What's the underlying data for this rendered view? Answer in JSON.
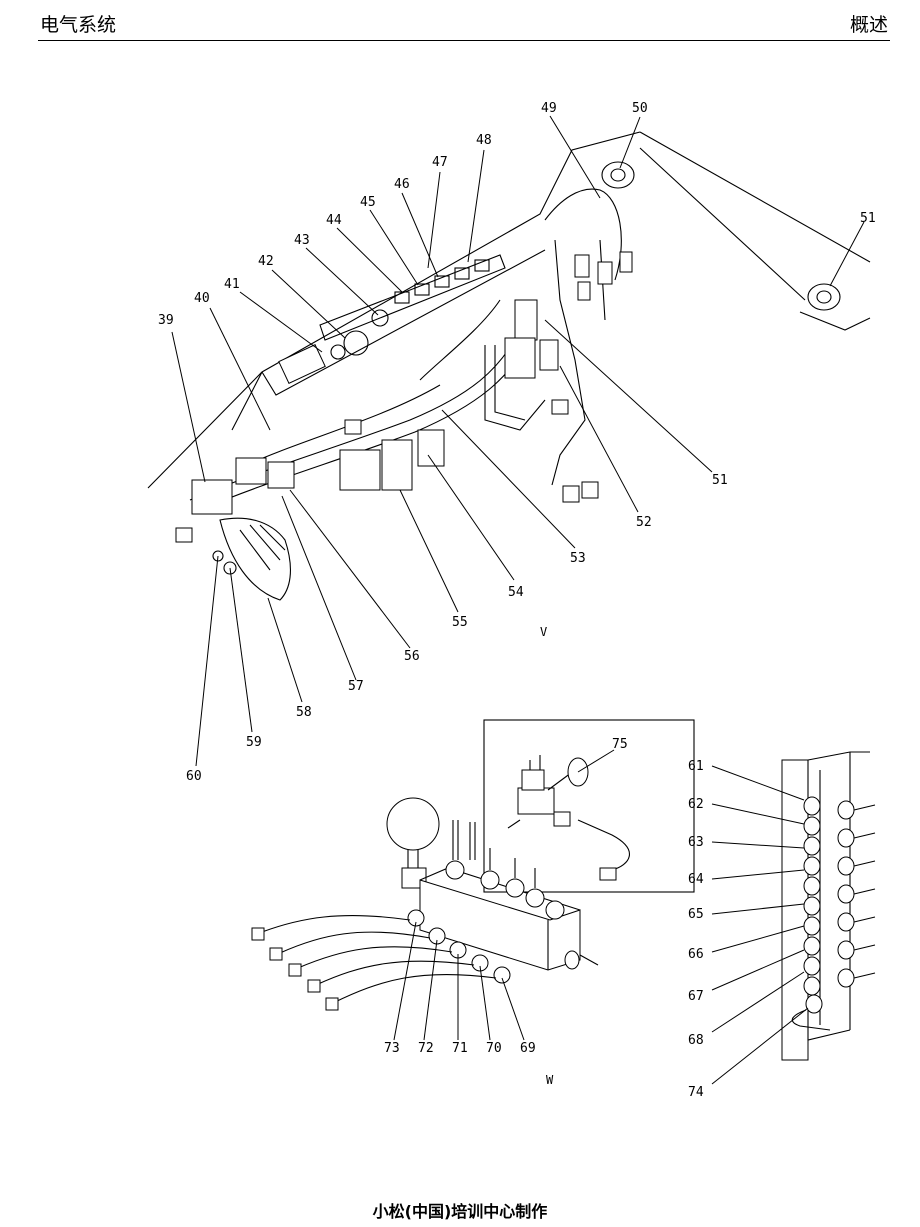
{
  "header": {
    "left": "电气系统",
    "right": "概述"
  },
  "footer": "小松(中国)培训中心制作",
  "views": {
    "v": "V",
    "w": "W"
  },
  "callouts": [
    "39",
    "40",
    "41",
    "42",
    "43",
    "44",
    "45",
    "46",
    "47",
    "48",
    "49",
    "50",
    "51",
    "51",
    "52",
    "53",
    "54",
    "55",
    "56",
    "57",
    "58",
    "59",
    "60",
    "61",
    "62",
    "63",
    "64",
    "65",
    "66",
    "67",
    "68",
    "69",
    "70",
    "71",
    "72",
    "73",
    "74",
    "75"
  ]
}
